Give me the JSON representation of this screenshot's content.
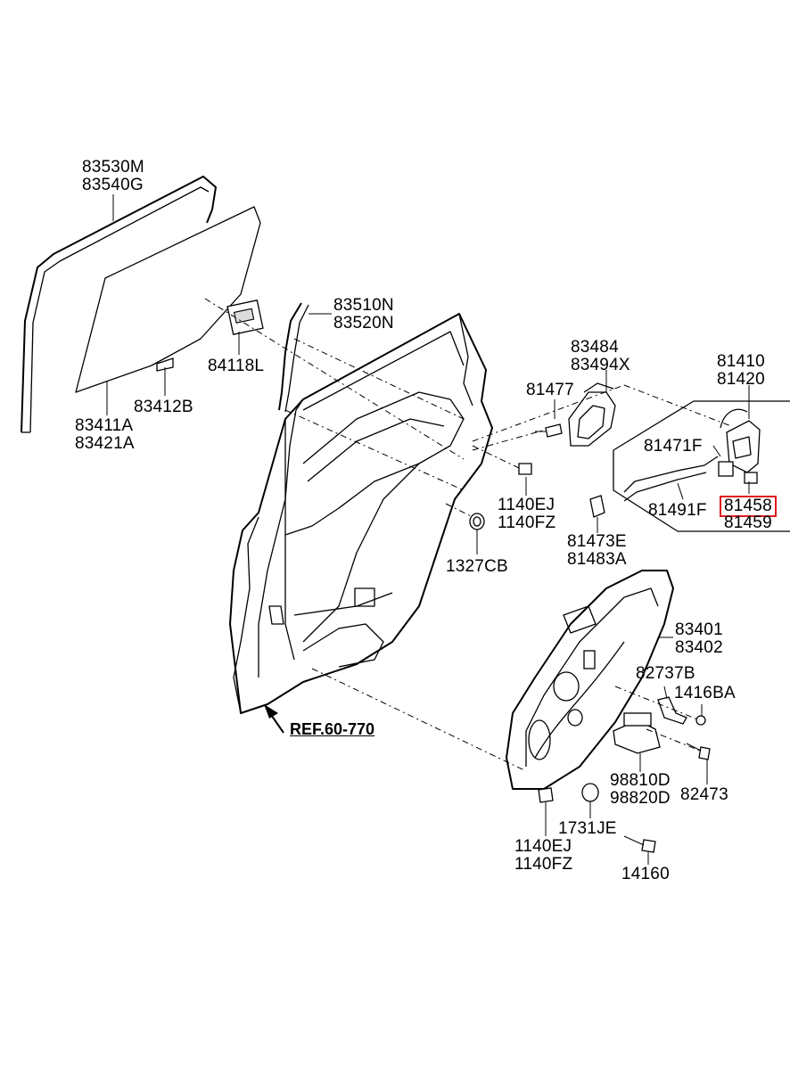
{
  "labels": {
    "glass_run": [
      "83530M",
      "83540G"
    ],
    "glass": [
      "83411A",
      "83421A"
    ],
    "glass_holder": "83412B",
    "channel_clip": "84118L",
    "sash_channel": [
      "83510N",
      "83520N"
    ],
    "handle_bracket": [
      "83484",
      "83494X"
    ],
    "screw_81477": "81477",
    "latch_assy": [
      "81410",
      "81420"
    ],
    "cable_top": "81471F",
    "cable_bottom": "81491F",
    "latch_part_a": "81458",
    "latch_part_b": "81459",
    "bolt_mid": [
      "1140EJ",
      "1140FZ"
    ],
    "grommet": "1327CB",
    "clip_81473": [
      "81473E",
      "81483A"
    ],
    "regulator": [
      "83401",
      "83402"
    ],
    "bracket_82737": "82737B",
    "nut_1416": "1416BA",
    "motor": [
      "98810D",
      "98820D"
    ],
    "bolt_82473": "82473",
    "plug": "1731JE",
    "bolt_bottom": [
      "1140EJ",
      "1140FZ"
    ],
    "screw_14160": "14160",
    "ref": "REF.60-770"
  },
  "highlight_color": "#e0191f",
  "highlighted_part": "81458"
}
